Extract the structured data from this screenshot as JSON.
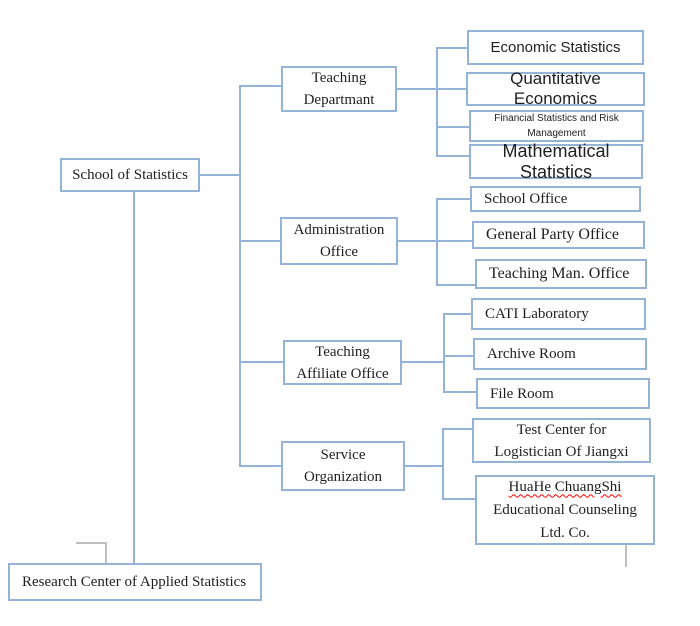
{
  "boxes": {
    "root": "School of Statistics",
    "research_center": "Research Center of Applied Statistics",
    "teaching_department": "Teaching\nDepartmant",
    "administration_office": "Administration\nOffice",
    "teaching_affiliate_office": "Teaching\nAffiliate Office",
    "service_organization": "Service\nOrganization",
    "economic_statistics": "Economic Statistics",
    "quantitative_economics": "Quantitative Economics",
    "financial_statistics": "Financial Statistics and Risk\nManagement",
    "mathematical_statistics": "Mathematical Statistics",
    "school_office": "School Office",
    "general_party_office": "General Party Office",
    "teaching_man_office": "Teaching Man. Office",
    "cati_laboratory": "CATI Laboratory",
    "archive_room": "Archive Room",
    "file_room": "File Room",
    "test_center": "Test Center for\nLogistician Of Jiangxi",
    "huahe": {
      "line1": "HuaHe ChuangShi",
      "line2": "Educational Counseling",
      "line3": "Ltd. Co."
    }
  },
  "colors": {
    "box_border": "#95b3d7",
    "connector": "#95b3d7",
    "connector_gray": "#bfbfbf",
    "text": "#1f1f1f",
    "spellcheck": "#ff0000"
  }
}
